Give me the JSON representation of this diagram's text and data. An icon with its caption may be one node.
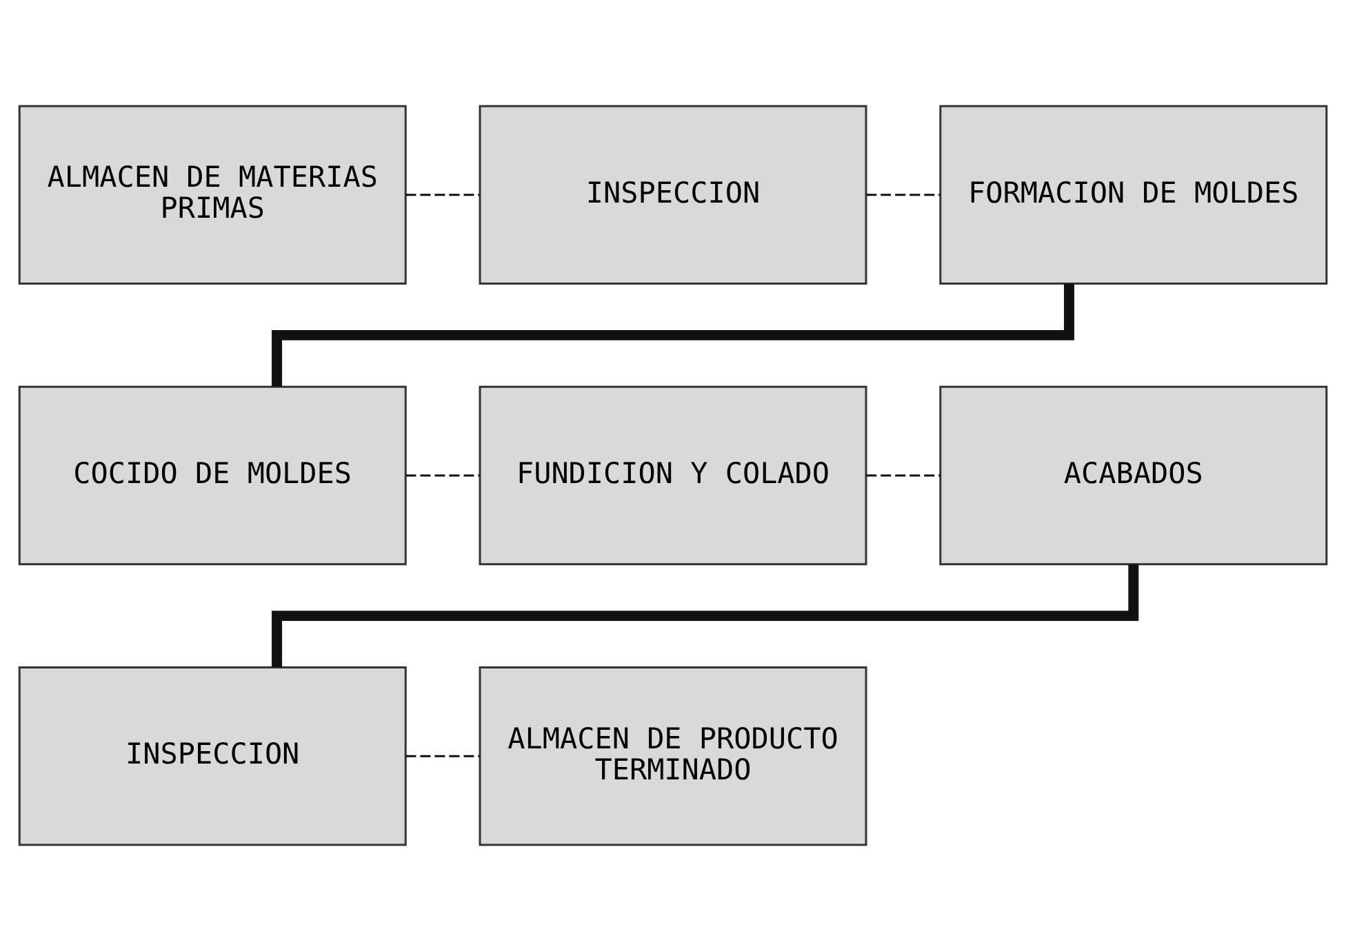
{
  "diagram": {
    "nodes": [
      {
        "text": [
          "ALMACEN DE MATERIAS PRIMAS"
        ]
      },
      {
        "text": [
          "INSPECCION"
        ]
      },
      {
        "text": [
          "FORMACION DE MOLDES"
        ]
      },
      {
        "text": [
          "COCIDO DE MOLDES"
        ]
      },
      {
        "text": [
          "FUNDICION Y COLADO"
        ]
      },
      {
        "text": [
          "ACABADOS"
        ]
      },
      {
        "text": [
          "INSPECCION"
        ]
      },
      {
        "text": [
          "ALMACEN DE PRODUCTO TERMINADO"
        ]
      }
    ],
    "edges": [
      {
        "from": 0,
        "to": 1,
        "arrow": "none",
        "style": "dashed"
      },
      {
        "from": 1,
        "to": 2,
        "arrow": "none",
        "style": "dashed"
      },
      {
        "from": 2,
        "to": 3,
        "arrow": "none",
        "style": "thick"
      },
      {
        "from": 3,
        "to": 4,
        "arrow": "none",
        "style": "dashed"
      },
      {
        "from": 4,
        "to": 5,
        "arrow": "none",
        "style": "dashed"
      },
      {
        "from": 5,
        "to": 6,
        "arrow": "none",
        "style": "thick"
      },
      {
        "from": 6,
        "to": 7,
        "arrow": "none",
        "style": "dashed"
      }
    ]
  }
}
